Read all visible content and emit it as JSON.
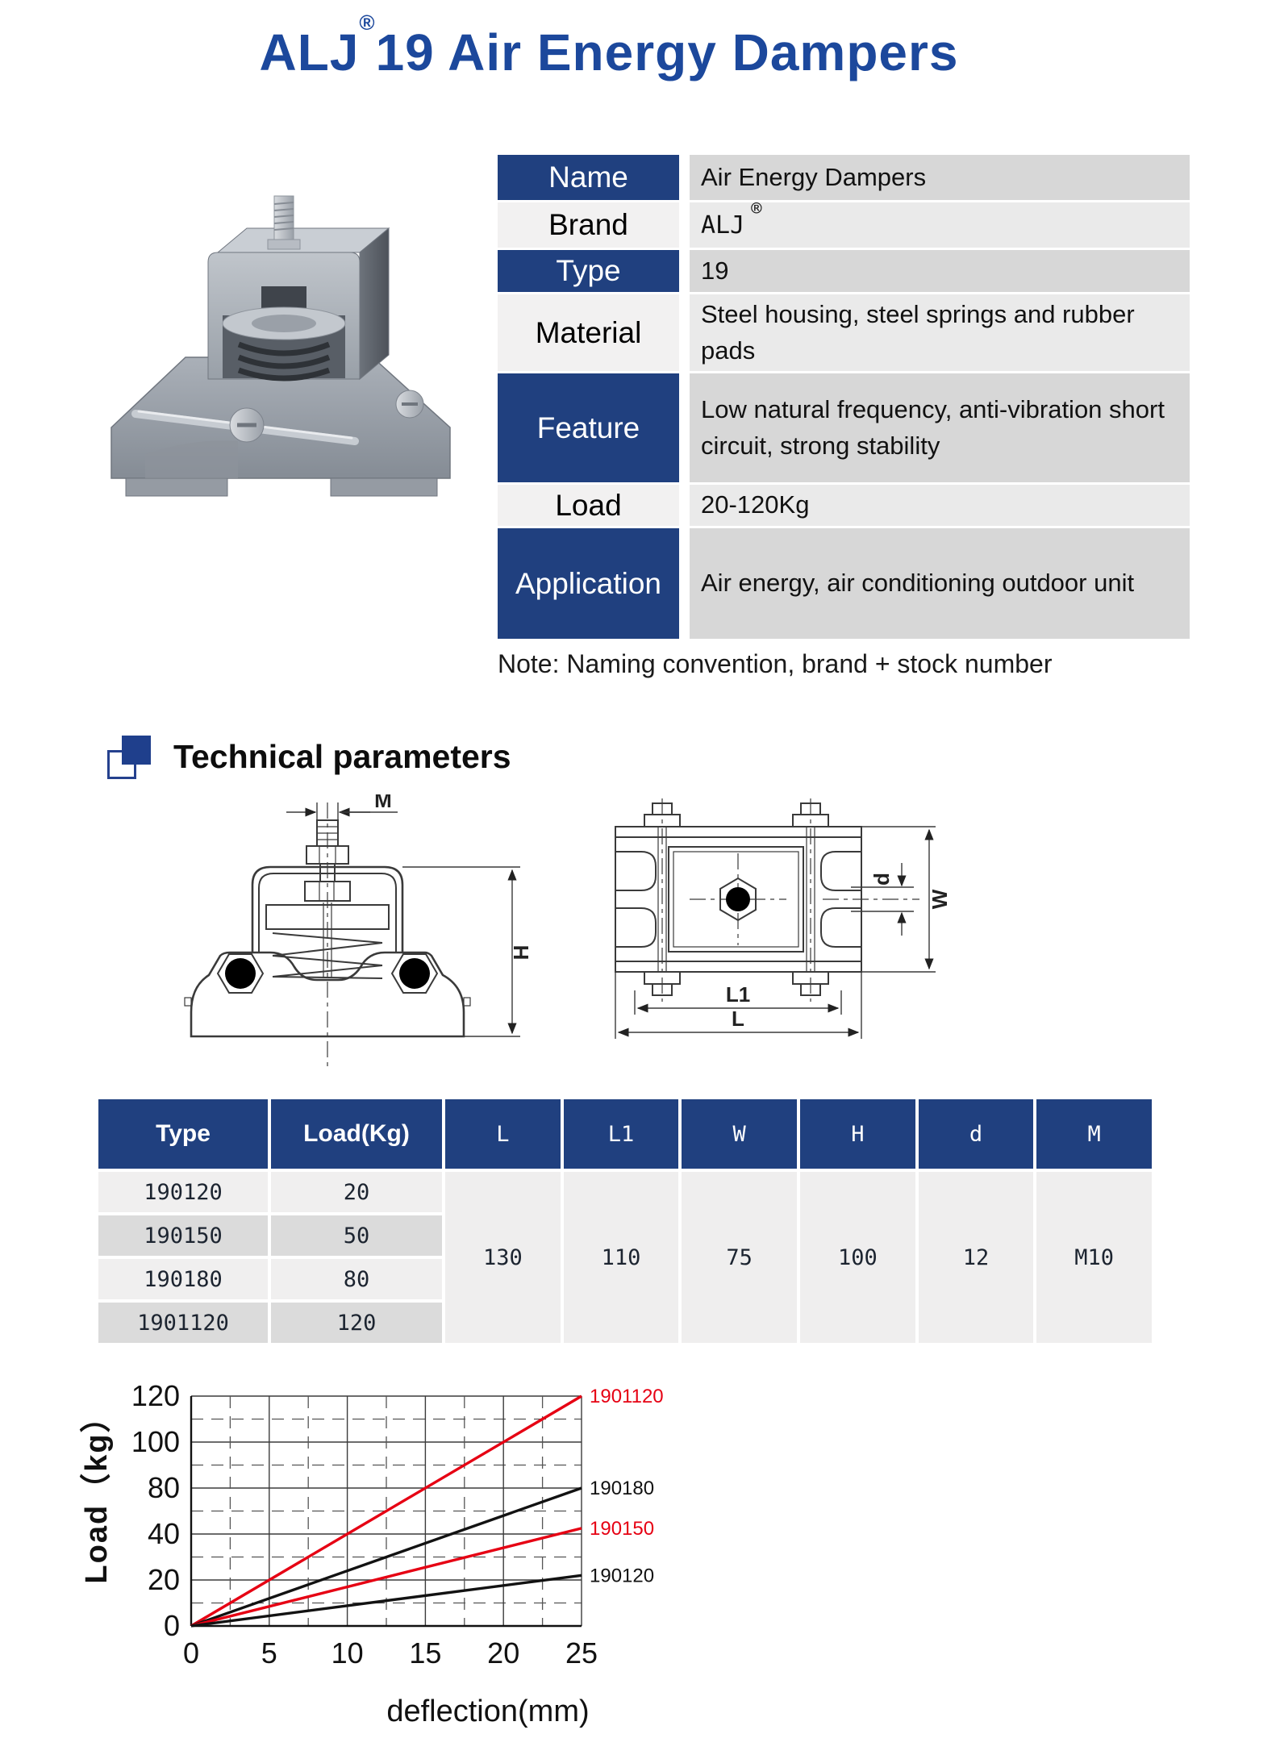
{
  "title": {
    "brand": "ALJ",
    "reg": "®",
    "rest": "19 Air Energy Dampers"
  },
  "spec_table": {
    "rows": [
      {
        "label": "Name",
        "value": "Air Energy Dampers"
      },
      {
        "label": "Brand",
        "value": "ALJ",
        "sup": "®"
      },
      {
        "label": "Type",
        "value": "19"
      },
      {
        "label": "Material",
        "value": "Steel housing, steel springs and rubber pads"
      },
      {
        "label": "Feature",
        "value": "Low natural frequency, anti-vibration short circuit, strong stability"
      },
      {
        "label": "Load",
        "value": "20-120Kg"
      },
      {
        "label": "Application",
        "value": "Air energy, air conditioning outdoor unit"
      }
    ]
  },
  "note": "Note: Naming convention, brand + stock number",
  "section_heading": "Technical parameters",
  "drawings": {
    "front": {
      "dims": [
        "M",
        "H"
      ]
    },
    "top": {
      "dims": [
        "L1",
        "L",
        "W",
        "d"
      ]
    }
  },
  "params_table": {
    "headers": [
      "Type",
      "Load(Kg)",
      "L",
      "L1",
      "W",
      "H",
      "d",
      "M"
    ],
    "rows": [
      [
        "190120",
        "20"
      ],
      [
        "190150",
        "50"
      ],
      [
        "190180",
        "80"
      ],
      [
        "1901120",
        "120"
      ]
    ],
    "merged_values": [
      "130",
      "110",
      "75",
      "100",
      "12",
      "M10"
    ]
  },
  "chart_data": {
    "type": "line",
    "title": "",
    "xlabel": "deflection(mm)",
    "ylabel": "Load（kg）",
    "xlim": [
      0,
      25
    ],
    "x_ticks": [
      0,
      5,
      10,
      15,
      20,
      25
    ],
    "x_dashed_minors": [
      2.5,
      7.5,
      12.5,
      17.5,
      22.5
    ],
    "y_tick_labels": [
      "0",
      "20",
      "40",
      "80",
      "100",
      "120"
    ],
    "grid": "solid majors with dashed minors between",
    "legend_position": "labels at right ends of lines",
    "series": [
      {
        "name": "1901120",
        "color": "#e60013",
        "points": [
          [
            0,
            0
          ],
          [
            25,
            120
          ]
        ]
      },
      {
        "name": "190180",
        "color": "#121212",
        "points": [
          [
            0,
            0
          ],
          [
            25,
            80
          ]
        ]
      },
      {
        "name": "190150",
        "color": "#e60013",
        "points": [
          [
            0,
            0
          ],
          [
            25,
            45
          ]
        ]
      },
      {
        "name": "190120",
        "color": "#121212",
        "points": [
          [
            0,
            0
          ],
          [
            25,
            22
          ]
        ]
      }
    ]
  },
  "colors": {
    "navy": "#20407f",
    "title_blue": "#1c489c",
    "red": "#e60013"
  }
}
